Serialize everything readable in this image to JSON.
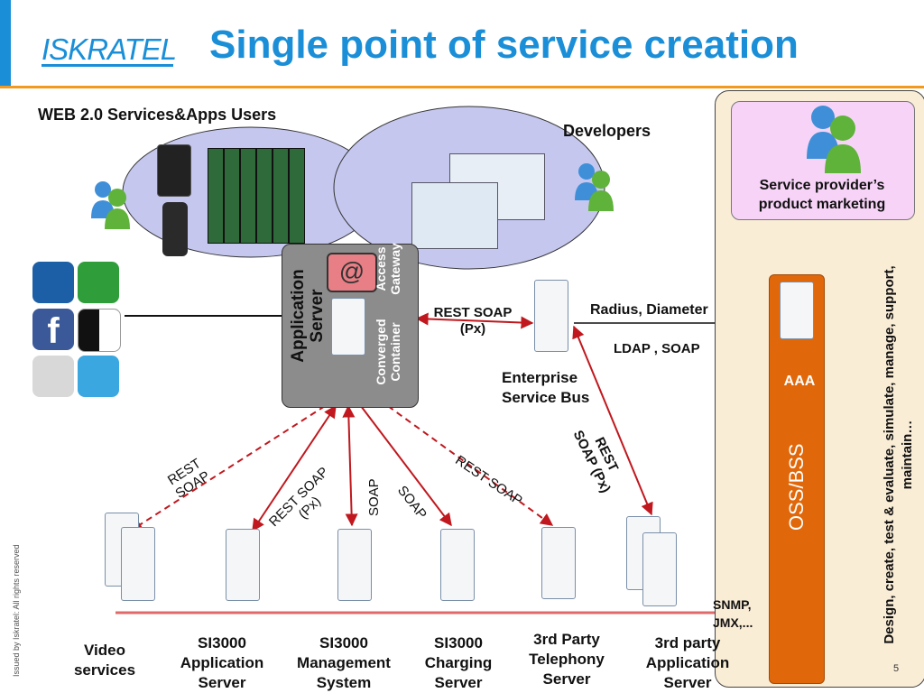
{
  "header": {
    "logo_text": "ISKRATEL",
    "title": "Single point of service creation"
  },
  "labels": {
    "web_users": "WEB 2.0 Services&Apps Users",
    "developers": "Developers",
    "application_server": "Application Server",
    "access_gateway": "Access Gateway",
    "converged_container": "Converged Container",
    "rest_soap_px_1": "REST SOAP (Px)",
    "radius_diameter": "Radius, Diameter",
    "ldap_soap": "LDAP , SOAP",
    "enterprise_service_bus": "Enterprise Service Bus",
    "rest_soap_px_2": "REST SOAP (Px)",
    "rest_soap_left": "REST SOAP",
    "rest_soap_px_3": "REST SOAP (Px)",
    "soap_1": "SOAP",
    "soap_2": "SOAP",
    "rest_soap_right": "REST SOAP",
    "snmp_jmx": "SNMP, JMX,...",
    "service_provider_marketing": "Service provider’s product marketing",
    "aaa": "AAA",
    "oss_bss": "OSS/BSS",
    "design_text": "Design, create, test & evaluate, simulate, manage, support, maintain…"
  },
  "bottom_servers": [
    "Video services",
    "SI3000 Application Server",
    "SI3000 Management System",
    "SI3000 Charging Server",
    "3rd Party Telephony Server",
    "3rd party Application Server"
  ],
  "footer": {
    "side_note": "Issued by Iskratel: All rights reserved",
    "page_number": "5"
  },
  "colors": {
    "brand_blue": "#1a8fd8",
    "accent_orange": "#f39a1e",
    "arrow_red": "#c0181e",
    "oss_orange": "#e0680a",
    "cloud_fill": "#c5c7ef",
    "panel_fill": "#faedd6"
  },
  "icons": [
    "myspace-icon",
    "chat-icon",
    "facebook-icon",
    "delicious-icon",
    "community-icon",
    "twitter-icon",
    "users-icon",
    "server-icon",
    "email-at-icon"
  ]
}
